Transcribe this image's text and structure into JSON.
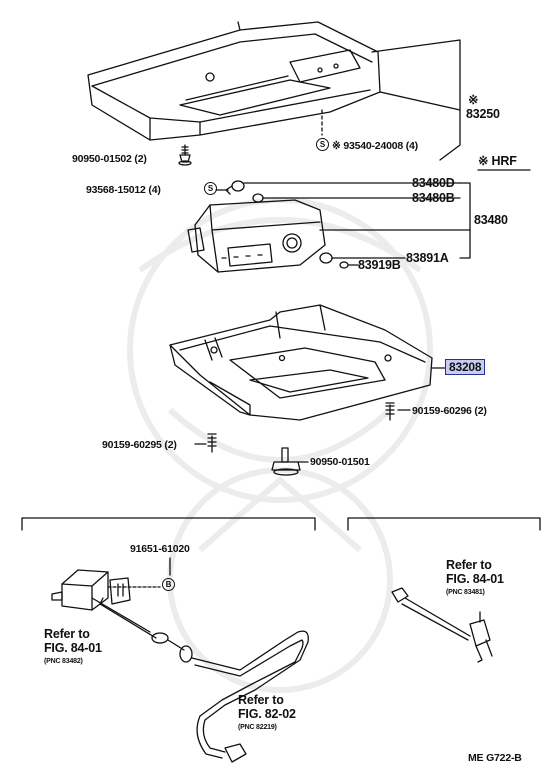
{
  "labels": {
    "p83250": "※\n83250",
    "p83250_mark": "※",
    "p83250_num": "83250",
    "hrf": "※ HRF",
    "p90950_01502": "90950-01502 (2)",
    "p93540": "※ 93540-24008 (4)",
    "p93568": "93568-15012 (4)",
    "p83480D": "83480D",
    "p83480B": "83480B",
    "p83480": "83480",
    "p83919B": "83919B",
    "p83891A": "83891A",
    "p83208": "83208",
    "p90159_60296": "90159-60296 (2)",
    "p90159_60295": "90159-60295 (2)",
    "p90950_01501": "90950-01501",
    "p91651": "91651-61020",
    "sym_s": "S",
    "sym_b": "B",
    "ref1_a": "Refer to",
    "ref1_b": "FIG. 84-01",
    "ref1_c": "(PNC 83482)",
    "ref2_a": "Refer to",
    "ref2_b": "FIG. 82-02",
    "ref2_c": "(PNC 82219)",
    "ref3_a": "Refer to",
    "ref3_b": "FIG. 84-01",
    "ref3_c": "(PNC 83481)",
    "footer": "ME  G722-B"
  },
  "colors": {
    "highlight_fill": "#c9ccf2",
    "highlight_border": "#2b2f8f",
    "line": "#111111"
  }
}
